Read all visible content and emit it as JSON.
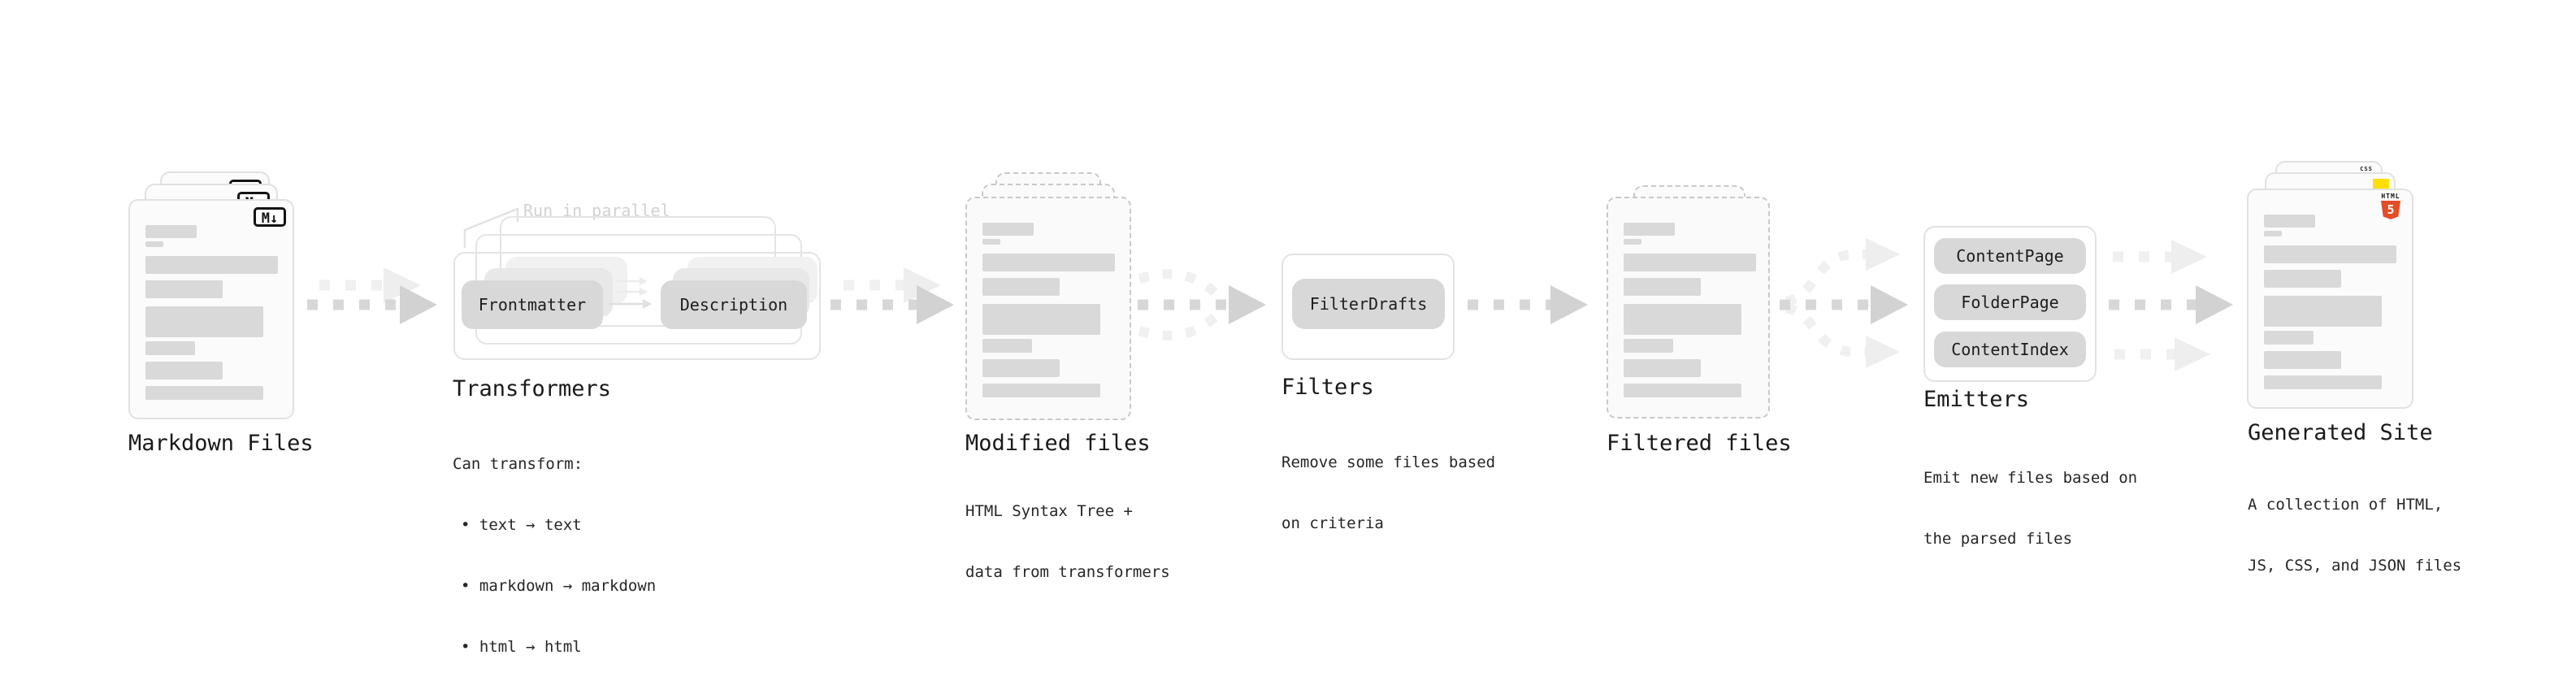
{
  "pipeline": {
    "markdown_files": {
      "title": "Markdown Files",
      "file_icon": "M↓"
    },
    "transformers": {
      "title": "Transformers",
      "parallel_note": "Run in parallel",
      "input_pill": "Frontmatter",
      "output_pill": "Description",
      "caption": "Can transform:",
      "bullets": [
        "• text → text",
        "• markdown → markdown",
        "• html → html"
      ]
    },
    "modified_files": {
      "title": "Modified files",
      "caption_lines": [
        "HTML Syntax Tree +",
        "data from transformers"
      ]
    },
    "filters": {
      "title": "Filters",
      "pill": "FilterDrafts",
      "caption_lines": [
        "Remove some files based",
        "on criteria"
      ]
    },
    "filtered_files": {
      "title": "Filtered files"
    },
    "emitters": {
      "title": "Emitters",
      "pills": [
        "ContentPage",
        "FolderPage",
        "ContentIndex"
      ],
      "caption_lines": [
        "Emit new files based on",
        "the parsed files"
      ]
    },
    "generated_site": {
      "title": "Generated Site",
      "caption_lines": [
        "A collection of HTML,",
        "JS, CSS, and JSON files"
      ],
      "html5_badge_word": "HTML",
      "html5_badge_number": "5",
      "css_badge_word": "CSS"
    }
  },
  "colors": {
    "html5_orange": "#e44d26",
    "js_yellow": "#ffdf00",
    "css_blue": "#2d63e8",
    "pill_gray": "#d8d8d8",
    "placeholder_bar_gray": "#d9d9d9",
    "arrow_dark": "#d7d7d7",
    "arrow_light": "#f0f0f0",
    "note_gray": "#d2d2d2"
  }
}
